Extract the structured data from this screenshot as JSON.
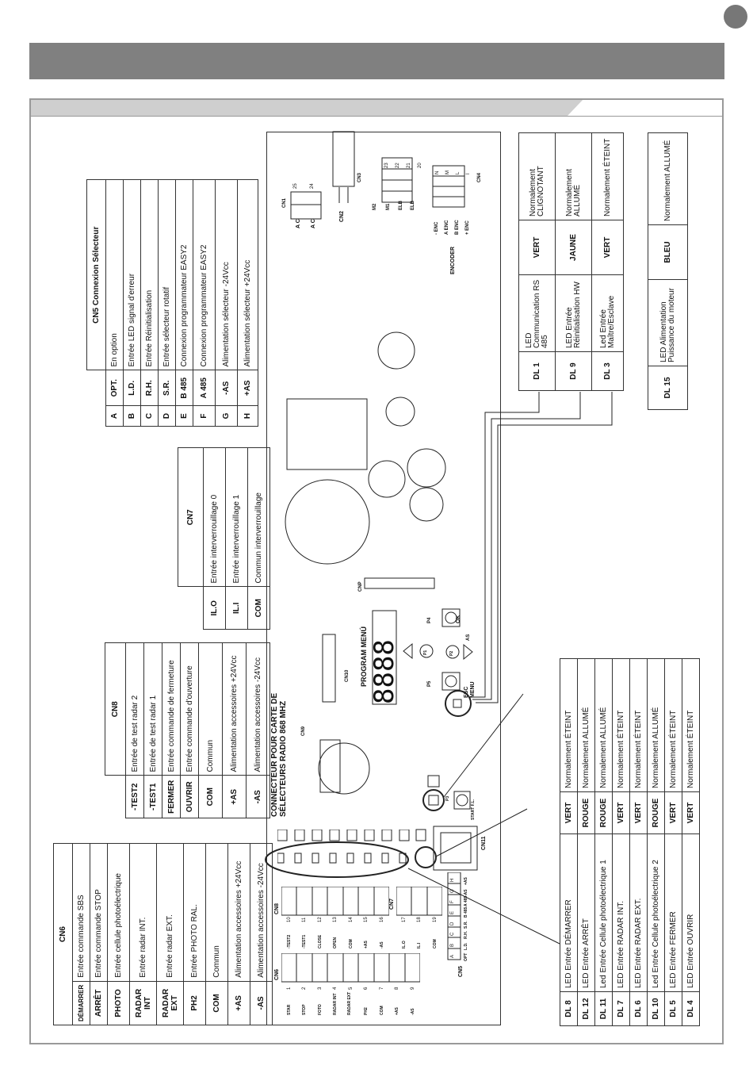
{
  "cn6": {
    "title": "CN6",
    "rows": [
      {
        "code": "DÉMARRER",
        "desc": "Entrée commande SBS"
      },
      {
        "code": "ARRÊT",
        "desc": "Entrée commande STOP"
      },
      {
        "code": "PHOTO",
        "desc": "Entrée cellule photoélectrique"
      },
      {
        "code": "RADAR INT",
        "desc": "Entrée radar INT."
      },
      {
        "code": "RADAR EXT",
        "desc": "Entrée radar EXT."
      },
      {
        "code": "PH2",
        "desc": "Entrée PHOTO RAL."
      },
      {
        "code": "COM",
        "desc": "Commun"
      },
      {
        "code": "+AS",
        "desc": "Alimentation accessoires +24Vcc"
      },
      {
        "code": "-AS",
        "desc": "Alimentation accessoires -24Vcc"
      }
    ]
  },
  "cn8": {
    "title": "CN8",
    "rows": [
      {
        "code": "-TEST2",
        "desc": "Entrée de test radar 2"
      },
      {
        "code": "-TEST1",
        "desc": "Entrée de test radar 1"
      },
      {
        "code": "FERMER",
        "desc": "Entrée commande de fermeture"
      },
      {
        "code": "OUVRIR",
        "desc": "Entrée commande d'ouverture"
      },
      {
        "code": "COM",
        "desc": "Commun"
      },
      {
        "code": "+AS",
        "desc": "Alimentation accessoires +24Vcc"
      },
      {
        "code": "-AS",
        "desc": "Alimentation accessoires -24Vcc"
      }
    ]
  },
  "cn7": {
    "title": "CN7",
    "rows": [
      {
        "code": "IL.O",
        "desc": "Entrée interverrouillage 0"
      },
      {
        "code": "IL.I",
        "desc": "Entrée interverrouillage 1"
      },
      {
        "code": "COM",
        "desc": "Commun interverrouillage"
      }
    ]
  },
  "cn5": {
    "title": "CN5 Connexion Sélecteur",
    "rows": [
      {
        "letter": "A",
        "code": "OPT.",
        "desc": "En option"
      },
      {
        "letter": "B",
        "code": "L.D.",
        "desc": "Entrée LED signal d'erreur"
      },
      {
        "letter": "C",
        "code": "R.H.",
        "desc": "Entrée Réinitialisation"
      },
      {
        "letter": "D",
        "code": "S.R.",
        "desc": "Entrée sélecteur rotatif"
      },
      {
        "letter": "E",
        "code": "B 485",
        "desc": "Connexion programmateur EASY2"
      },
      {
        "letter": "F",
        "code": "A 485",
        "desc": "Connexion programmateur EASY2"
      },
      {
        "letter": "G",
        "code": "-AS",
        "desc": "Alimentation sélecteur -24Vcc"
      },
      {
        "letter": "H",
        "code": "+AS",
        "desc": "Alimentation sélecteur +24Vcc"
      }
    ]
  },
  "leds_bottom": [
    {
      "id": "DL 8",
      "desc": "LED Entrée DÉMARRER",
      "color": "VERT",
      "state": "Normalement ÉTEINT"
    },
    {
      "id": "DL 12",
      "desc": "LED Entrée ARRÊT",
      "color": "ROUGE",
      "state": "Normalement ALLUMÉ"
    },
    {
      "id": "DL 11",
      "desc": "Led Entrée Cellule photoélectrique 1",
      "color": "ROUGE",
      "state": "Normalement ALLUMÉ"
    },
    {
      "id": "DL 7",
      "desc": "LED Entrée RADAR INT.",
      "color": "VERT",
      "state": "Normalement ÉTEINT"
    },
    {
      "id": "DL 6",
      "desc": "LED Entrée RADAR EXT.",
      "color": "VERT",
      "state": "Normalement ÉTEINT"
    },
    {
      "id": "DL 10",
      "desc": "Led Entrée Cellule photoélectrique 2",
      "color": "ROUGE",
      "state": "Normalement ALLUMÉ"
    },
    {
      "id": "DL 5",
      "desc": "LED Entrée FERMER",
      "color": "VERT",
      "state": "Normalement ÉTEINT"
    },
    {
      "id": "DL 4",
      "desc": "LED Entrée OUVRIR",
      "color": "VERT",
      "state": "Normalement ÉTEINT"
    }
  ],
  "leds_top": [
    {
      "id": "DL 1",
      "desc": "LED Communication RS 485",
      "color": "VERT",
      "state": "Normalement CLIGNOTANT"
    },
    {
      "id": "DL 9",
      "desc": "LED Entrée Réinitialisation HW",
      "color": "JAUNE",
      "state": "Normalement ALLUMÉ"
    },
    {
      "id": "DL 3",
      "desc": "Led Entrée Maître/Esclave",
      "color": "VERT",
      "state": "Normalement ÉTEINT"
    }
  ],
  "led_dl15": {
    "id": "DL 15",
    "desc": "LED Alimentation Puissance du moteur",
    "color": "BLEU",
    "state": "Normalement ALLUMÉ"
  },
  "board": {
    "radio_connector": "CONNECTEUR POUR CARTE DE SÉLECTEURS RADIO 868 MHZ",
    "program_menu": "PROGRAM MENÚ",
    "display_digits": "8888",
    "cn1": "CN1",
    "cn2": "CN2",
    "cn3": "CN3",
    "cn4": "CN4",
    "cn5": "CN5",
    "cn6": "CN6",
    "cn7": "CN7",
    "cn8": "CN8",
    "cn9": "CN9",
    "cn10": "CN10",
    "cn11": "CN11",
    "cnp": "CNP",
    "ac": "A C",
    "m2": "M2",
    "m1": "M1",
    "elb": "ELB",
    "encoder": "ENCODER",
    "enc_labels": [
      "- ENC",
      "A ENC",
      "B ENC",
      "+ ENC"
    ],
    "enc_pins": [
      "N",
      "M",
      "L",
      "I"
    ],
    "cn3_pins": [
      "23",
      "22",
      "21",
      "20"
    ],
    "cn1_pins": [
      "25",
      "24"
    ],
    "p4": "P4",
    "ok": "OK",
    "p5": "P5",
    "esc_menu": "ESC MENU",
    "p1": "P1",
    "p2": "P2",
    "as": "AS",
    "start_fl": "START F.L.",
    "p3": "P3",
    "cn6_pins": [
      "1",
      "2",
      "3",
      "4",
      "5",
      "6",
      "7",
      "8",
      "9"
    ],
    "cn6_names": [
      "STAR",
      "STOP",
      "FOTO",
      "RADAR INT",
      "RADAR EXT",
      "PH2",
      "COM",
      "+AS",
      "-AS"
    ],
    "cn8_pins": [
      "10",
      "11",
      "12",
      "13",
      "14",
      "15",
      "16"
    ],
    "cn8_names": [
      "-TEST2",
      "-TEST1",
      "CLOSE",
      "OPEN",
      "COM",
      "+AS",
      "-AS"
    ],
    "cn7_pins": [
      "17",
      "18",
      "19"
    ],
    "cn7_names": [
      "IL.O",
      "IL.I",
      "COM"
    ],
    "cn5_pins": [
      "A",
      "B",
      "C",
      "D",
      "E",
      "F",
      "G",
      "H"
    ],
    "cn5_names": [
      "OPT",
      "L.D.",
      "R.H.",
      "S.R.",
      "B 485",
      "A 485",
      "-AS",
      "+AS"
    ]
  }
}
